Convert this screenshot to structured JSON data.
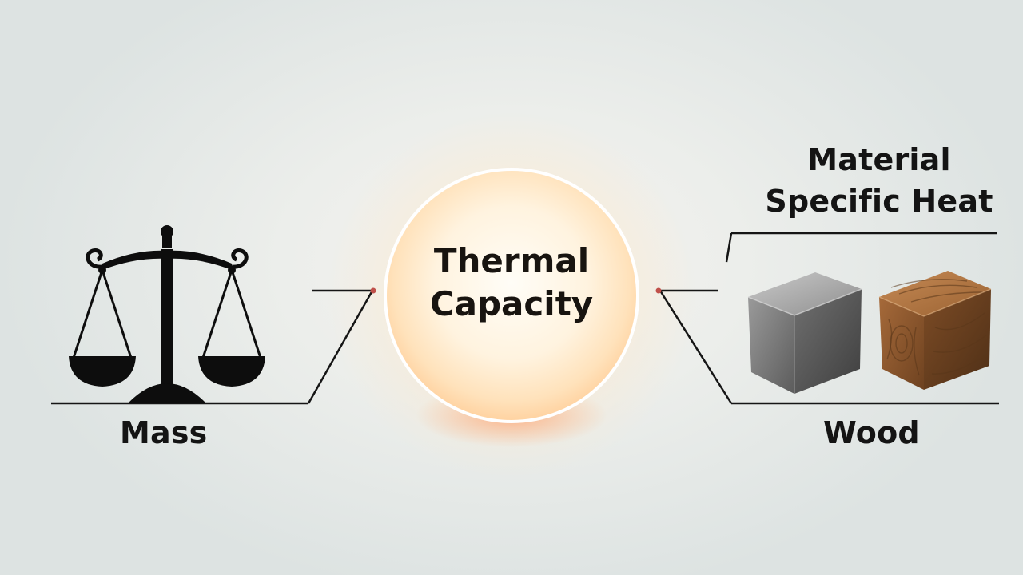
{
  "center": {
    "line1": "Thermal",
    "line2": "Capacity"
  },
  "left": {
    "label": "Mass",
    "icon": "balance-scale-icon"
  },
  "right": {
    "title_line1": "Material",
    "title_line2": "Specific Heat",
    "label": "Wood",
    "icons": [
      "metal-cube-icon",
      "wood-cube-icon"
    ]
  },
  "colors": {
    "glow_core": "#fffaf0",
    "glow_warm": "#ffc98a",
    "glow_bottom": "#ff8a4a",
    "connector_dot": "#c0504a",
    "line": "#151515"
  }
}
